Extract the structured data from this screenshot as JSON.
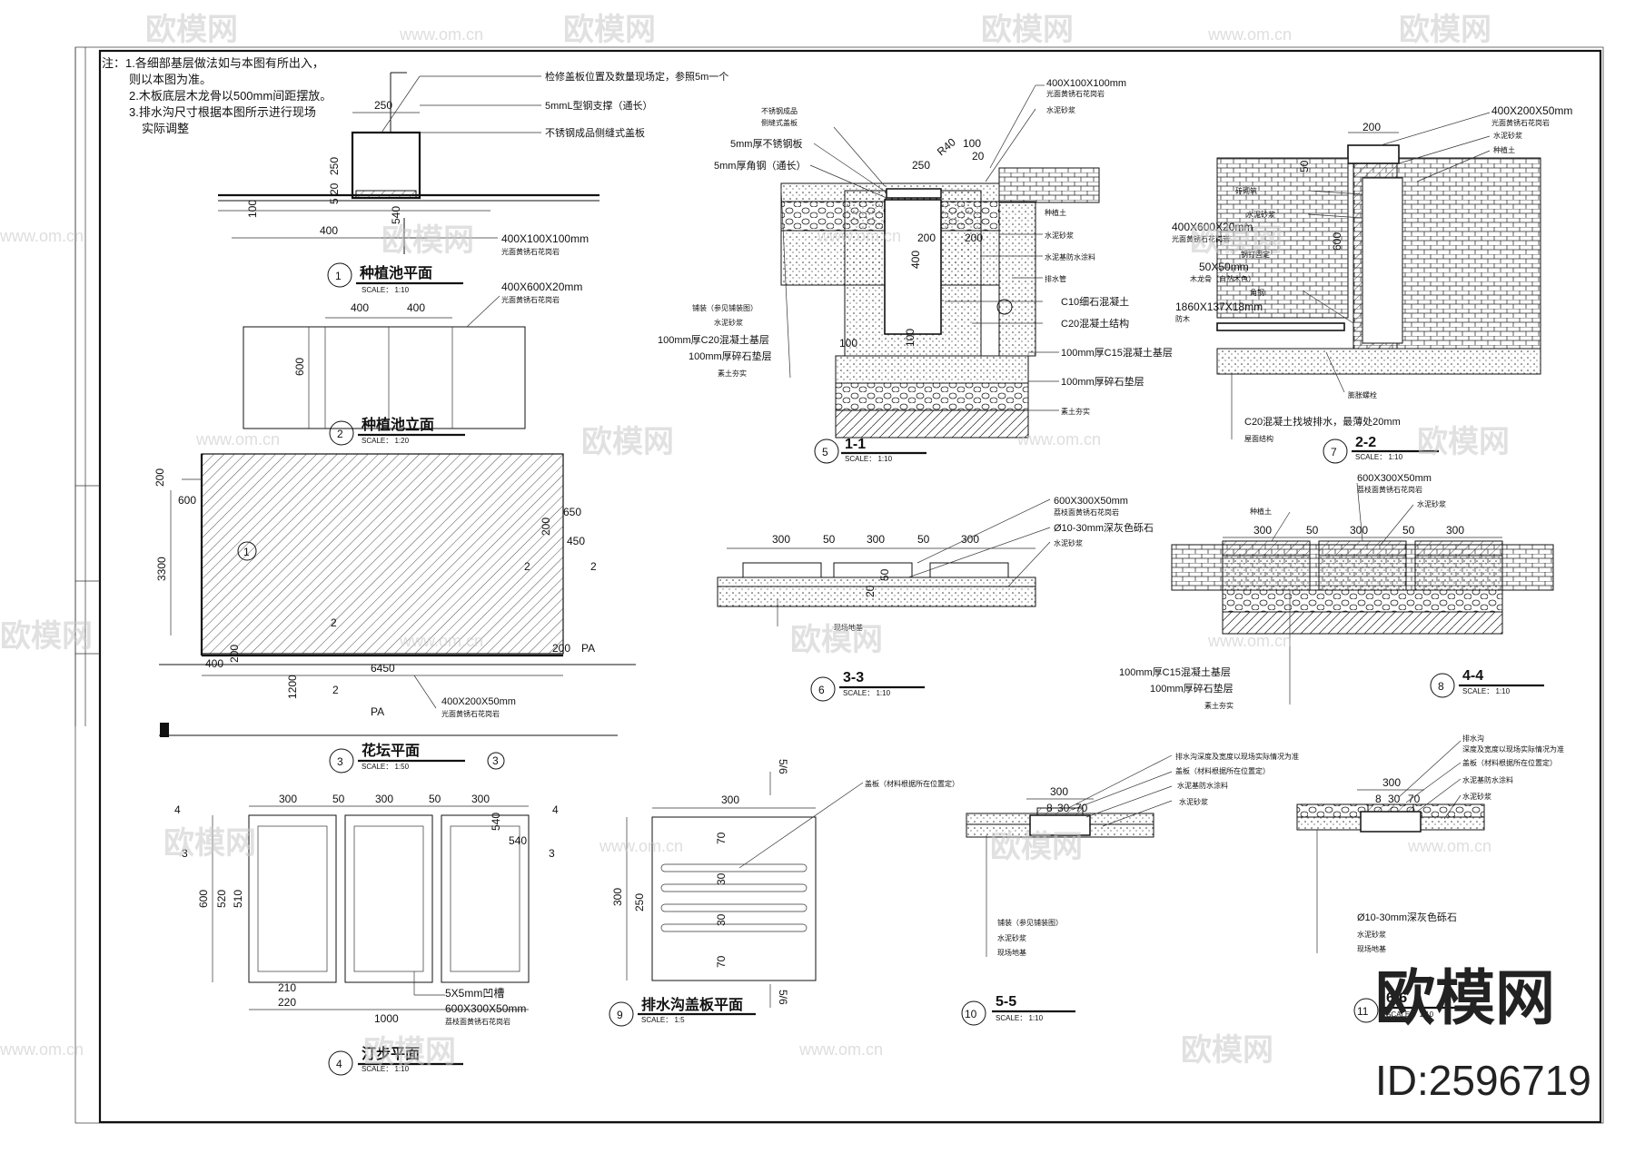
{
  "notes": [
    "注：1.各细部基层做法如与本图有所出入，",
    "则以本图为准。",
    "2.木板底层木龙骨以500mm间距摆放。",
    "3.排水沟尺寸根据本图所示进行现场",
    "实际调整"
  ],
  "drawings": [
    {
      "num": "1",
      "title": "种植池平面",
      "scale": "SCALE： 1:10"
    },
    {
      "num": "2",
      "title": "种植池立面",
      "scale": "SCALE： 1:20"
    },
    {
      "num": "3",
      "title": "花坛平面",
      "scale": "SCALE： 1:50"
    },
    {
      "num": "4",
      "title": "汀步平面",
      "scale": "SCALE： 1:10"
    },
    {
      "num": "5",
      "title": "1-1",
      "scale": "SCALE： 1:10"
    },
    {
      "num": "6",
      "title": "3-3",
      "scale": "SCALE： 1:10"
    },
    {
      "num": "7",
      "title": "2-2",
      "scale": "SCALE： 1:10"
    },
    {
      "num": "8",
      "title": "4-4",
      "scale": "SCALE： 1:10"
    },
    {
      "num": "9",
      "title": "排水沟盖板平面",
      "scale": "SCALE： 1:5"
    },
    {
      "num": "10",
      "title": "5-5",
      "scale": "SCALE： 1:10"
    },
    {
      "num": "11",
      "title": "6-6",
      "scale": "SCALE： 1:10"
    }
  ],
  "d1": {
    "labels": [
      "检修盖板位置及数量现场定，参照5m一个",
      "5mmL型钢支撑（通长）",
      "不锈钢成品侧缝式盖板",
      "400X100X100mm",
      "光面黄锈石花岗岩"
    ],
    "dims": [
      "250",
      "250",
      "20",
      "5",
      "100",
      "540",
      "400"
    ]
  },
  "d2": {
    "labels": [
      "400X600X20mm",
      "光面黄锈石花岗岩"
    ],
    "dims": [
      "400",
      "400",
      "600"
    ]
  },
  "d3": {
    "labels": [
      "400X200X50mm",
      "光面黄锈石花岗岩",
      "PA",
      "PA"
    ],
    "dims": [
      "200",
      "600",
      "3300",
      "400",
      "200",
      "6450",
      "1200",
      "650",
      "200",
      "450",
      "200"
    ],
    "markers": [
      "2",
      "2",
      "2",
      "2",
      "1",
      "3"
    ]
  },
  "d4": {
    "labels": [
      "5X5mm凹槽",
      "600X300X50mm",
      "荔枝面黄锈石花岗岩"
    ],
    "dims": [
      "300",
      "50",
      "300",
      "50",
      "300",
      "600",
      "520",
      "510",
      "210",
      "220",
      "1000",
      "540",
      "540"
    ],
    "markers": [
      "4",
      "4",
      "3",
      "3"
    ]
  },
  "d5": {
    "labels_top": [
      "400X100X100mm",
      "光面黄锈石花岗岩",
      "水泥砂浆",
      "不锈钢成品",
      "侧缝式盖板",
      "5mm厚不锈钢板",
      "5mm厚角钢（通长）"
    ],
    "labels_right": [
      "种植土",
      "水泥砂浆",
      "水泥基防水涂料",
      "排水管",
      "C10细石混凝土",
      "C20混凝土结构",
      "100mm厚C15混凝土基层",
      "100mm厚碎石垫层",
      "素土夯实"
    ],
    "labels_left": [
      "铺装（参见铺装图）",
      "水泥砂浆",
      "100mm厚C20混凝土基层",
      "100mm厚碎石垫层",
      "素土夯实"
    ],
    "dims": [
      "100",
      "R40",
      "20",
      "250",
      "200",
      "200",
      "400",
      "100",
      "100"
    ]
  },
  "d6": {
    "labels": [
      "600X300X50mm",
      "荔枝面黄锈石花岗岩",
      "Ø10-30mm深灰色砾石",
      "水泥砂浆",
      "现场地基"
    ],
    "dims": [
      "300",
      "50",
      "300",
      "50",
      "300",
      "20",
      "50"
    ]
  },
  "d7": {
    "labels": [
      "400X200X50mm",
      "光面黄锈石花岗岩",
      "水泥砂浆",
      "种植土",
      "砖砌筑",
      "水泥砂浆",
      "400X600X20mm",
      "光面黄锈石花岗岩",
      "钢钉固定",
      "50X50mm",
      "木龙骨（自然木色）",
      "角钢",
      "1860X137X18mm",
      "防木",
      "膨胀螺栓",
      "C20混凝土找坡排水，最薄处20mm",
      "屋面结构"
    ],
    "dims": [
      "200",
      "50",
      "600"
    ]
  },
  "d8": {
    "labels": [
      "600X300X50mm",
      "荔枝面黄锈石花岗岩",
      "水泥砂浆",
      "种植土",
      "100mm厚C15混凝土基层",
      "100mm厚碎石垫层",
      "素土夯实"
    ],
    "dims": [
      "300",
      "50",
      "300",
      "50",
      "300"
    ]
  },
  "d9": {
    "labels": [
      "盖板（材料根据所在位置定）",
      "5/6",
      "5/6"
    ],
    "dims": [
      "300",
      "300",
      "250",
      "70",
      "30",
      "30",
      "70"
    ]
  },
  "d10": {
    "labels": [
      "排水沟深度及宽度以现场实际情况为准",
      "盖板（材料根据所在位置定）",
      "水泥基防水涂料",
      "水泥砂浆",
      "铺装（参见铺装图）",
      "水泥砂浆",
      "现场地基"
    ],
    "dims": [
      "300",
      "8",
      "30",
      "70"
    ]
  },
  "d11": {
    "labels": [
      "排水沟",
      "深度及宽度以现场实际情况为准",
      "盖板（材料根据所在位置定）",
      "水泥基防水涂料",
      "水泥砂浆",
      "Ø10-30mm深灰色砾石",
      "水泥砂浆",
      "现场地基"
    ],
    "dims": [
      "300",
      "8",
      "30",
      "70"
    ]
  },
  "watermark": {
    "brand": "欧模网",
    "url": "www.om.cn",
    "id": "ID:2596719"
  }
}
